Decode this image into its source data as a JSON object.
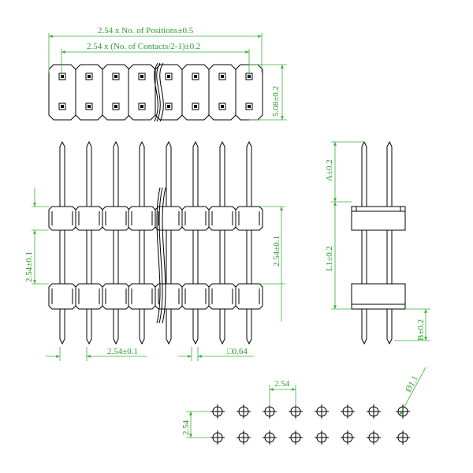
{
  "drawing": {
    "line_color": "#000000",
    "dimension_color": "#38b038",
    "background": "#ffffff"
  },
  "dimensions": {
    "overall_width": "2.54 x No. of Positions±0.5",
    "contact_span": "2.54 x (No. of Contacts/2-1)±0.2",
    "row_spacing_top": "5.08±0.2",
    "pitch_left": "2.54±0.1",
    "pitch_right": "2.54±0.1",
    "pitch_bottom": "2.54±0.1",
    "pin_square": "□0.64",
    "side_a": "A±0.2",
    "side_l1": "L1±0.2",
    "side_b": "B±0.2",
    "hole_pitch_x": "2.54",
    "hole_pitch_y": "2.54",
    "hole_diameter": "Ø1.1"
  }
}
